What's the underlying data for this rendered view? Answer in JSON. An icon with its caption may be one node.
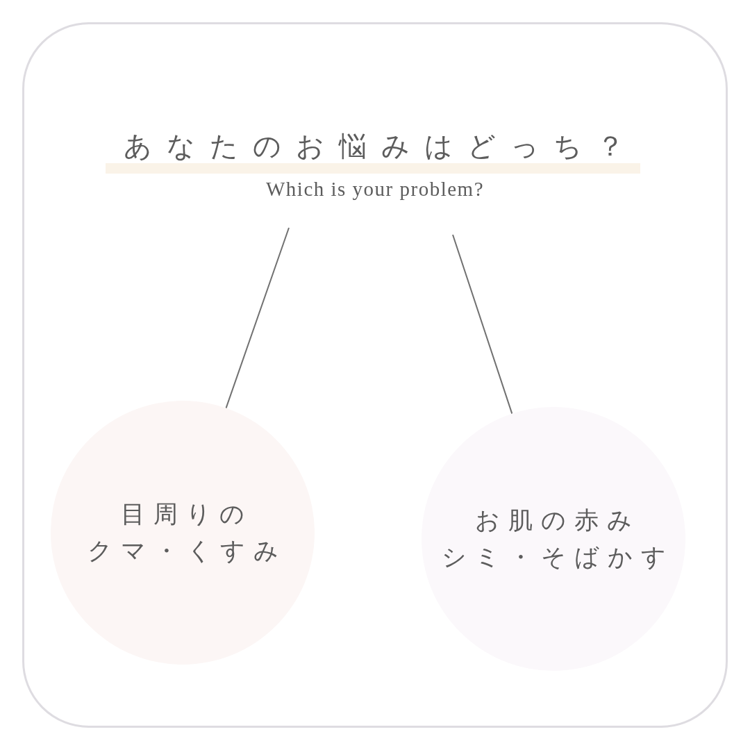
{
  "diagram": {
    "title": "あなたのお悩みはどっち？",
    "nodes": [
      {
        "text": [
          "目周りの",
          "クマ・くすみ"
        ]
      },
      {
        "text": [
          "お肌の赤み",
          "シミ・そばかす"
        ]
      }
    ],
    "edges": [
      {
        "from": null,
        "to": 0,
        "arrow": "none"
      },
      {
        "from": null,
        "to": 1,
        "arrow": "none"
      }
    ],
    "labels": [
      "Which is your problem?"
    ]
  }
}
